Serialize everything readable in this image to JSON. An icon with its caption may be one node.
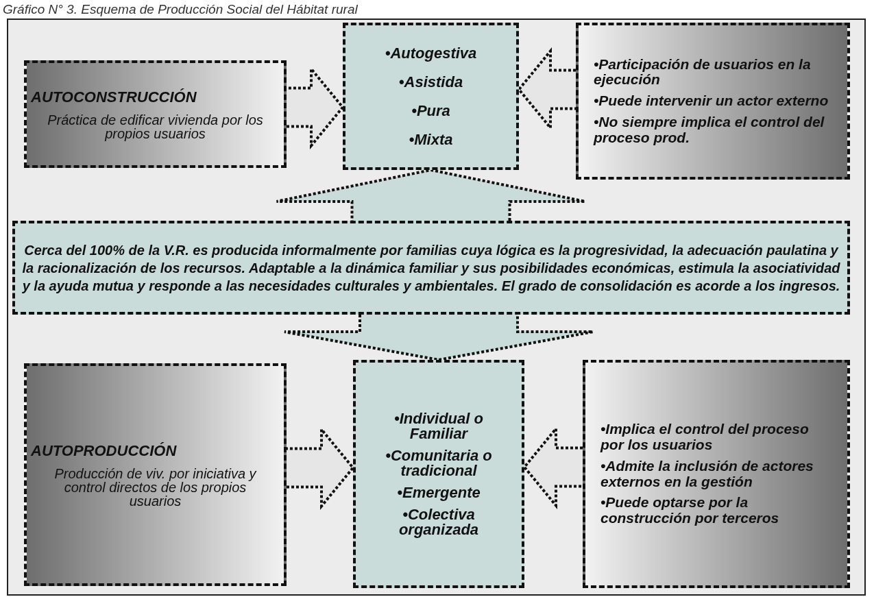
{
  "diagram": {
    "title": "Gráfico N° 3. Esquema  de Producción Social del Hábitat rural",
    "nodes": [
      {
        "text": [
          "AUTOCONSTRUCCIÓN",
          "Práctica de edificar vivienda por los propios usuarios"
        ]
      },
      {
        "text": [
          "•Autogestiva",
          "•Asistida",
          "•Pura",
          "•Mixta"
        ]
      },
      {
        "text": [
          "•Participación de usuarios en la ejecución",
          "•Puede intervenir un actor externo",
          "•No siempre implica el control del proceso prod."
        ]
      },
      {
        "text": [
          "Cerca del 100% de la V.R. es producida informalmente por  familias cuya lógica es la progresividad, la adecuación paulatina y la racionalización de los recursos. Adaptable a la dinámica familiar y sus posibilidades económicas, estimula la asociatividad  y  la ayuda mutua y responde a las necesidades culturales y ambientales. El grado de consolidación es acorde a los ingresos."
        ]
      },
      {
        "text": [
          "AUTOPRODUCCIÓN",
          "Producción de viv. por iniciativa y control directos de  los propios usuarios"
        ]
      },
      {
        "text": [
          "•Individual o Familiar",
          "•Comunitaria o tradicional",
          "•Emergente",
          "•Colectiva organizada"
        ]
      },
      {
        "text": [
          "•Implica el control del proceso por los usuarios",
          "•Admite la inclusión de actores externos en la gestión",
          "•Puede optarse por la construcción por terceros"
        ]
      }
    ],
    "edges": [
      {
        "from": 0,
        "to": 1,
        "arrow": "to"
      },
      {
        "from": 2,
        "to": 1,
        "arrow": "to"
      },
      {
        "from": 3,
        "to": 1,
        "arrow": "to"
      },
      {
        "from": 3,
        "to": 5,
        "arrow": "to"
      },
      {
        "from": 4,
        "to": 5,
        "arrow": "to"
      },
      {
        "from": 6,
        "to": 5,
        "arrow": "to"
      }
    ]
  }
}
